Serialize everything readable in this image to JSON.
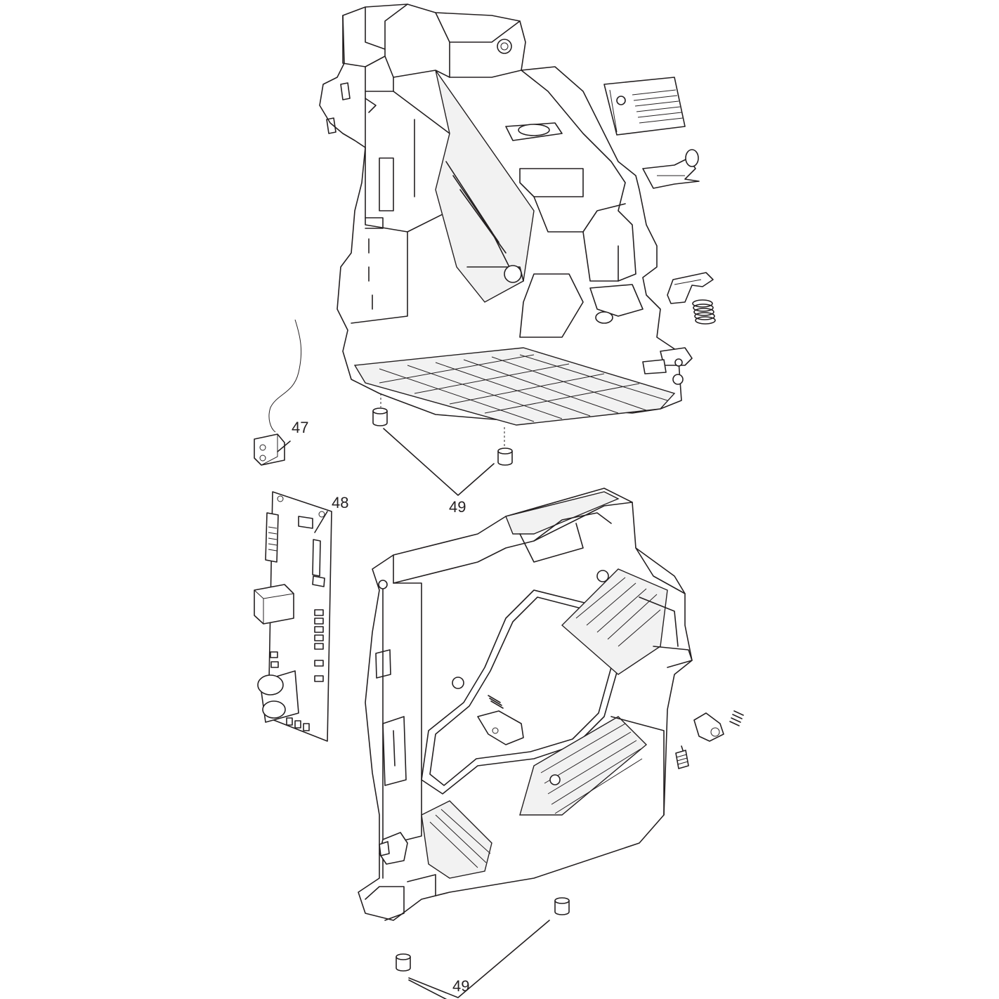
{
  "callouts": {
    "c47": "47",
    "c48": "48",
    "c49_top": "49",
    "c49_bottom": "49"
  },
  "colors": {
    "line": "#231f20",
    "shade": "#d9d9d9",
    "background": "#ffffff"
  }
}
